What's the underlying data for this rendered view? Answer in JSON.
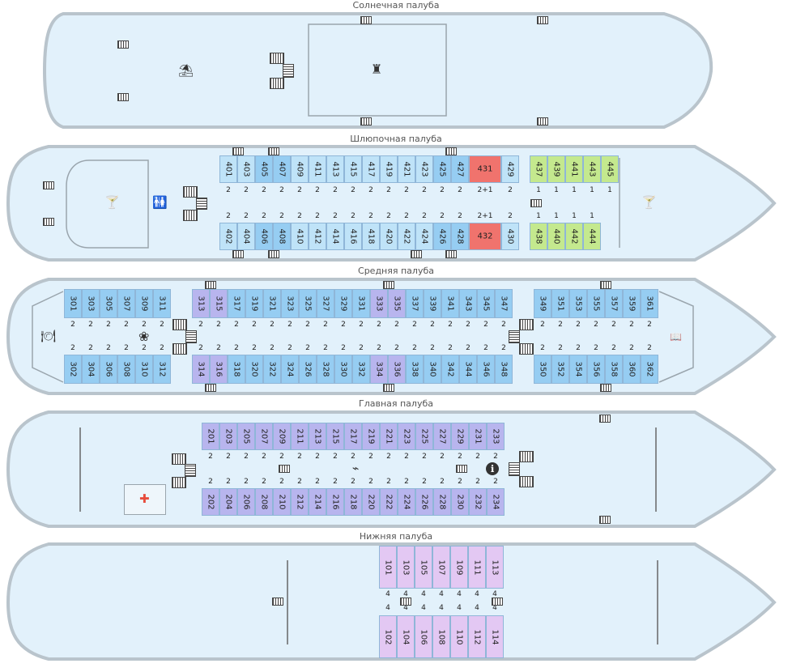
{
  "decks": [
    {
      "id": "sun",
      "title": "Солнечная палуба"
    },
    {
      "id": "boat",
      "title": "Шлюпочная палуба"
    },
    {
      "id": "middle",
      "title": "Средняя палуба"
    },
    {
      "id": "main",
      "title": "Главная палуба"
    },
    {
      "id": "lower",
      "title": "Нижняя палуба"
    }
  ],
  "colors": {
    "hull_fill": "#e2f1fb",
    "hull_stroke": "#b9c4cc",
    "cabin_blue": "#96cdf2",
    "cabin_blue_dark": "#6cb3ea",
    "cabin_light": "#bfe3f8",
    "cabin_purple": "#b8b5ee",
    "cabin_green": "#c4e98e",
    "cabin_red": "#f0736d",
    "cabin_pink": "#e3c8f3",
    "medical": "#e74c3c"
  },
  "icons": {
    "sun_umbrella": "umbrella-icon",
    "sun_lounge": "conference-icon",
    "boat_bar_left": "cocktail-icon",
    "boat_bar_right": "cocktail-icon",
    "boat_wc": "restroom-icon",
    "middle_restaurant": "restaurant-icon",
    "middle_kids": "kids-room-icon",
    "middle_library": "library-icon",
    "main_iron": "iron-icon",
    "main_info": "info-icon",
    "main_medical": "medical-cross-icon"
  },
  "glyphs": {
    "umbrella": "⛱",
    "lounge": "♜",
    "cocktail": "🍸",
    "wc": "🚻",
    "restaurant": "🍽",
    "kids": "❀",
    "library": "📖",
    "iron": "⌁",
    "info": "ℹ",
    "cross": "✚"
  },
  "boat_deck": {
    "top": [
      {
        "n": "401",
        "c": "light",
        "cap": "2"
      },
      {
        "n": "403",
        "c": "light",
        "cap": "2"
      },
      {
        "n": "405",
        "c": "blue",
        "cap": "2"
      },
      {
        "n": "407",
        "c": "blue",
        "cap": "2"
      },
      {
        "n": "409",
        "c": "light",
        "cap": "2"
      },
      {
        "n": "411",
        "c": "light",
        "cap": "2"
      },
      {
        "n": "413",
        "c": "light",
        "cap": "2"
      },
      {
        "n": "415",
        "c": "light",
        "cap": "2"
      },
      {
        "n": "417",
        "c": "light",
        "cap": "2"
      },
      {
        "n": "419",
        "c": "light",
        "cap": "2"
      },
      {
        "n": "421",
        "c": "light",
        "cap": "2"
      },
      {
        "n": "423",
        "c": "light",
        "cap": "2"
      },
      {
        "n": "425",
        "c": "blue",
        "cap": "2"
      },
      {
        "n": "427",
        "c": "blue",
        "cap": "2"
      },
      {
        "n": "431",
        "c": "red",
        "cap": "2+1",
        "wide": true
      },
      {
        "n": "429",
        "c": "light",
        "cap": "2"
      }
    ],
    "bottom": [
      {
        "n": "402",
        "c": "light",
        "cap": "2"
      },
      {
        "n": "404",
        "c": "light",
        "cap": "2"
      },
      {
        "n": "406",
        "c": "blue",
        "cap": "2"
      },
      {
        "n": "408",
        "c": "blue",
        "cap": "2"
      },
      {
        "n": "410",
        "c": "light",
        "cap": "2"
      },
      {
        "n": "412",
        "c": "light",
        "cap": "2"
      },
      {
        "n": "414",
        "c": "light",
        "cap": "2"
      },
      {
        "n": "416",
        "c": "light",
        "cap": "2"
      },
      {
        "n": "418",
        "c": "light",
        "cap": "2"
      },
      {
        "n": "420",
        "c": "light",
        "cap": "2"
      },
      {
        "n": "422",
        "c": "light",
        "cap": "2"
      },
      {
        "n": "424",
        "c": "light",
        "cap": "2"
      },
      {
        "n": "426",
        "c": "blue",
        "cap": "2"
      },
      {
        "n": "428",
        "c": "blue",
        "cap": "2"
      },
      {
        "n": "432",
        "c": "red",
        "cap": "2+1",
        "wide": true
      },
      {
        "n": "430",
        "c": "light",
        "cap": "2"
      }
    ],
    "green_top": [
      {
        "n": "437",
        "cap": "1"
      },
      {
        "n": "439",
        "cap": "1"
      },
      {
        "n": "441",
        "cap": "1"
      },
      {
        "n": "443",
        "cap": "1"
      },
      {
        "n": "445",
        "cap": "1"
      }
    ],
    "green_bottom": [
      {
        "n": "438",
        "cap": "1"
      },
      {
        "n": "440",
        "cap": "1"
      },
      {
        "n": "442",
        "cap": "1"
      },
      {
        "n": "444",
        "cap": "1"
      }
    ]
  },
  "middle_deck": {
    "fwd_top": [
      "301",
      "303",
      "305",
      "307",
      "309",
      "311"
    ],
    "fwd_bottom": [
      "302",
      "304",
      "306",
      "308",
      "310",
      "312"
    ],
    "mid_top": [
      "313",
      "315",
      "317",
      "319",
      "321",
      "323",
      "325",
      "327",
      "329",
      "331",
      "333",
      "335",
      "337",
      "339",
      "341",
      "343",
      "345",
      "347"
    ],
    "mid_bottom": [
      "314",
      "316",
      "318",
      "320",
      "322",
      "324",
      "326",
      "328",
      "330",
      "332",
      "334",
      "336",
      "338",
      "340",
      "342",
      "344",
      "346",
      "348"
    ],
    "aft_top": [
      "349",
      "351",
      "353",
      "355",
      "357",
      "359",
      "361"
    ],
    "aft_bottom": [
      "350",
      "352",
      "354",
      "356",
      "358",
      "360",
      "362"
    ],
    "purple": [
      "313",
      "315",
      "314",
      "316",
      "333",
      "335",
      "334",
      "336"
    ],
    "cap": "2"
  },
  "main_deck": {
    "top": [
      "201",
      "203",
      "205",
      "207",
      "209",
      "211",
      "213",
      "215",
      "217",
      "219",
      "221",
      "223",
      "225",
      "227",
      "229",
      "231",
      "233"
    ],
    "bottom": [
      "202",
      "204",
      "206",
      "208",
      "210",
      "212",
      "214",
      "216",
      "218",
      "220",
      "222",
      "224",
      "226",
      "228",
      "230",
      "232",
      "234"
    ],
    "cap": "2"
  },
  "lower_deck": {
    "top": [
      "101",
      "103",
      "105",
      "107",
      "109",
      "111",
      "113"
    ],
    "bottom": [
      "102",
      "104",
      "106",
      "108",
      "110",
      "112",
      "114"
    ],
    "cap": "4"
  }
}
